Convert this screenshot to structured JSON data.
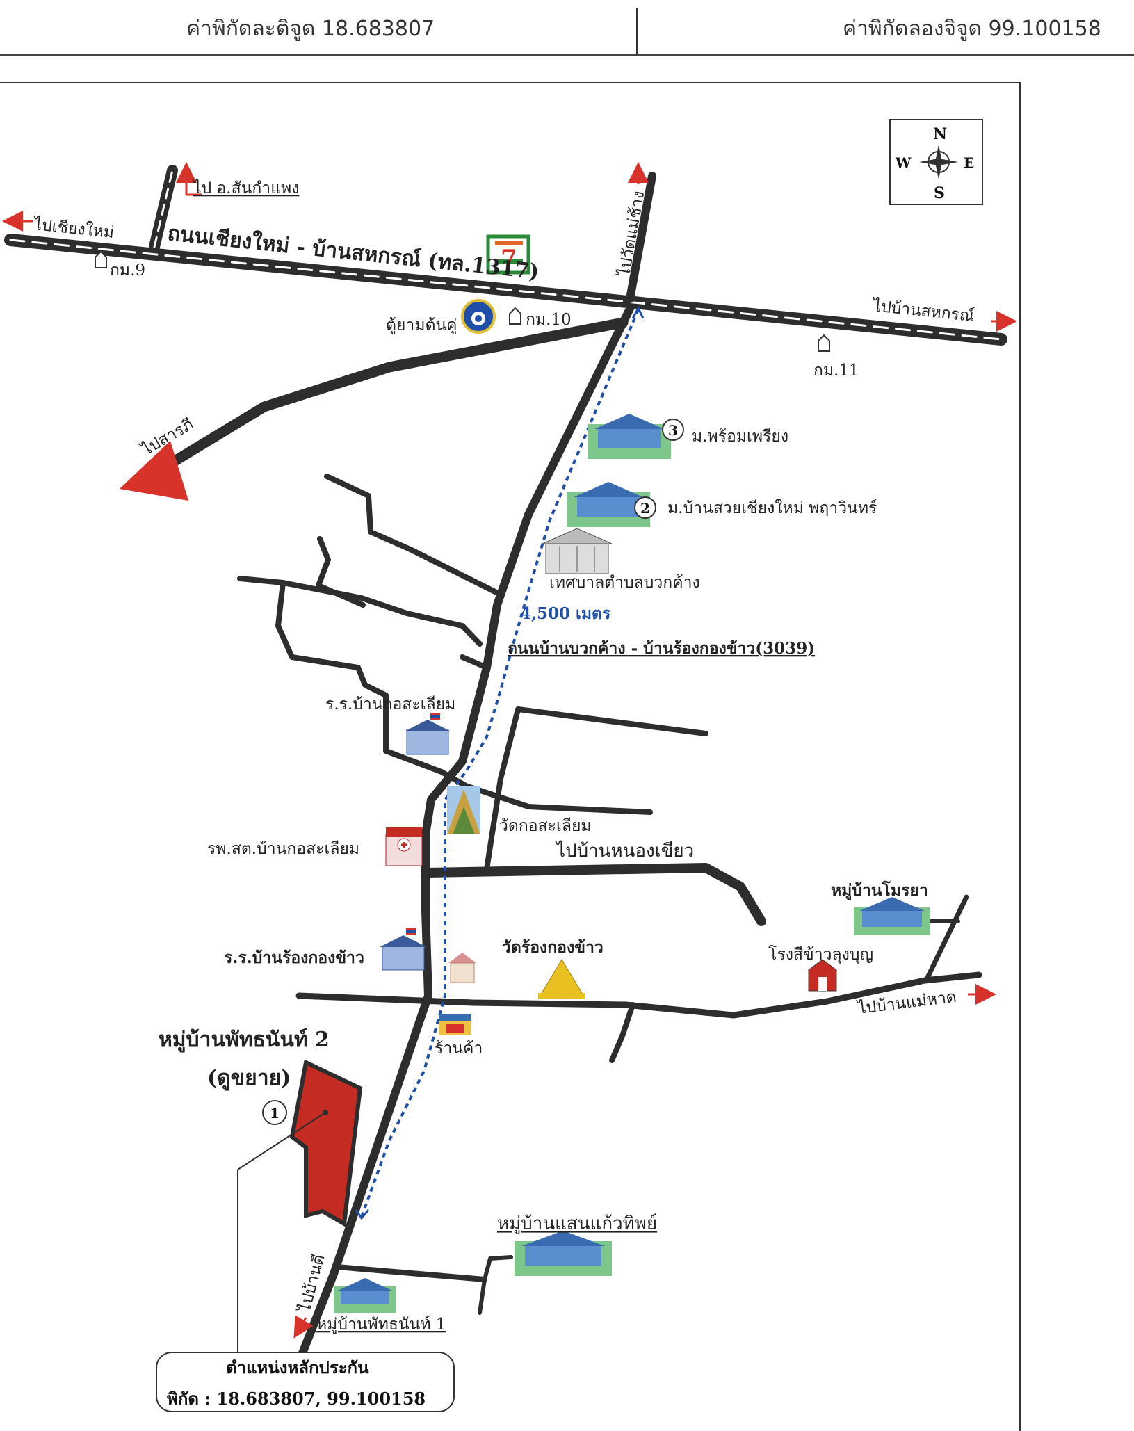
{
  "header": {
    "latitude": "ค่าพิกัดละติจูด 18.683807",
    "longitude": "ค่าพิกัดลองจิจูด 99.100158"
  },
  "compass": {
    "n": "N",
    "s": "S",
    "e": "E",
    "w": "W"
  },
  "roads": {
    "main_road": "ถนนเชียงใหม่ - บ้านสหกรณ์ (ทล.1317)",
    "secondary_road": "ถนนบ้านบวกค้าง - บ้านร้องกองข้าว(3039)",
    "distance": "4,500 เมตร"
  },
  "directions": {
    "to_chiangmai": "ไปเชียงใหม่",
    "to_sankamphaeng": "ไป อ.สันกำแพง",
    "to_wat_mae_chang": "ไปวัดแม่ช้าง",
    "to_ban_sahakorn": "ไปบ้านสหกรณ์",
    "to_saraphi": "ไปสารภี",
    "to_nong_khiao": "ไปบ้านหนองเขียว",
    "to_mae_had": "ไปบ้านแม่หาด",
    "to_ban_di": "ไปบ้านดี"
  },
  "km_markers": {
    "km9": "กม.9",
    "km10": "กม.10",
    "km11": "กม.11"
  },
  "landmarks": {
    "police_box": "ตู้ยามต้นคู่",
    "village3": "ม.พร้อมเพรียง",
    "village2": "ม.บ้านสวยเชียงใหม่ พฤาวินทร์",
    "municipality": "เทศบาลตำบลบวกค้าง",
    "school_kosaliam": "ร.ร.บ้านกอสะเลียม",
    "wat_kosaliam": "วัดกอสะเลียม",
    "health_center": "รพ.สต.บ้านกอสะเลียม",
    "wat_rong_kong_khao": "วัดร้องกองข้าว",
    "school_rong_kong_khao": "ร.ร.บ้านร้องกองข้าว",
    "village_moraya": "หมู่บ้านโมรยา",
    "rice_mill": "โรงสีข้าวลุงบุญ",
    "shop": "ร้านค้า",
    "village_saen_kaew": "หมู่บ้านแสนแก้วทิพย์",
    "village_phattanan1": "หมู่บ้านพัทธนันท์ 1",
    "store_logo": "7"
  },
  "subject": {
    "title": "หมู่บ้านพัทธนันท์ 2",
    "subtitle": "(ดูขยาย)",
    "num1": "1",
    "num2": "2",
    "num3": "3"
  },
  "callout": {
    "title": "ตำแหน่งหลักประกัน",
    "coords": "พิกัด : 18.683807, 99.100158"
  },
  "colors": {
    "road": "#2d2d2d",
    "route": "#1f4fa8",
    "plot": "#c42b22",
    "arrow": "#d8332a"
  }
}
